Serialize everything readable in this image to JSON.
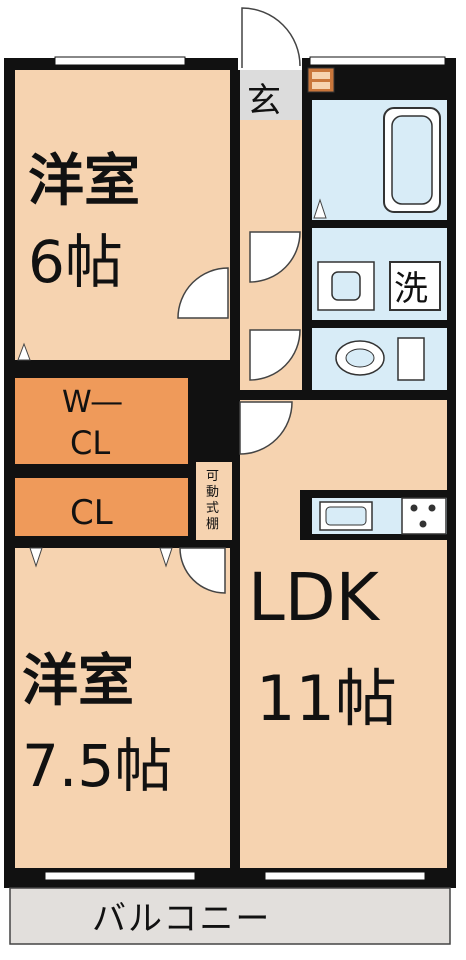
{
  "rooms": {
    "western_room_1": {
      "name": "洋室",
      "size": "6帖"
    },
    "western_room_2": {
      "name": "洋室",
      "size": "7.5帖"
    },
    "ldk": {
      "name": "LDK",
      "size": "11帖"
    },
    "walk_in_closet": {
      "line1": "W―",
      "line2": "CL"
    },
    "closet": {
      "label": "CL"
    },
    "entrance": {
      "label": "玄"
    },
    "laundry": {
      "label": "洗"
    },
    "balcony": {
      "label": "バルコニー"
    },
    "movable_shelf": {
      "chars": [
        "可",
        "動",
        "式",
        "棚"
      ]
    }
  },
  "colors": {
    "room_fill": "#f6d3b0",
    "closet_fill": "#ef9a5a",
    "wet_fill": "#d8ecf7",
    "floor_gray": "#dcdcdc",
    "balcony_fill": "#e2dfdc",
    "wall": "#111111"
  },
  "icons": {
    "meter_box": "meter-box-icon",
    "bathtub": "bathtub-icon",
    "washbasin": "washbasin-icon",
    "toilet": "toilet-icon",
    "kitchen_sink": "kitchen-sink-icon",
    "stove": "stove-icon"
  }
}
